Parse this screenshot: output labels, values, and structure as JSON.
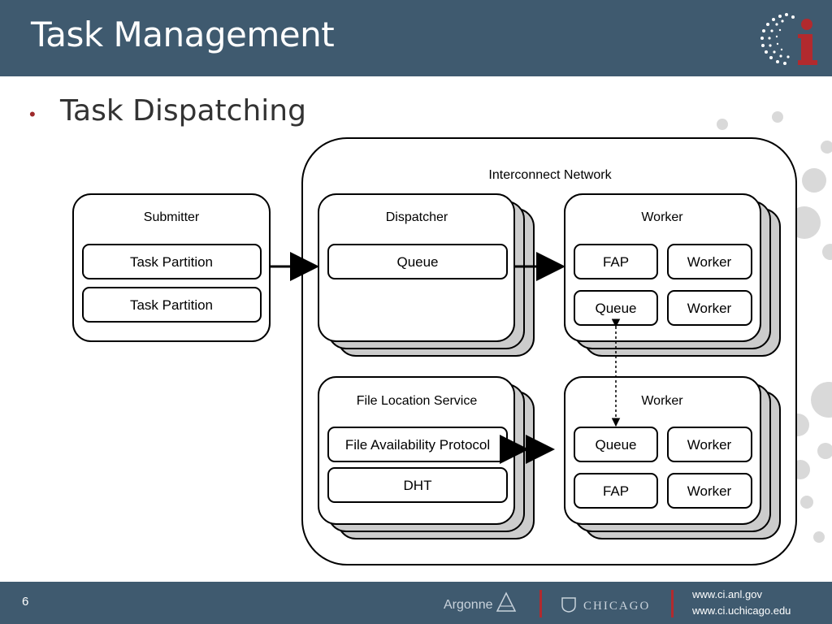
{
  "slide": {
    "title": "Task Management",
    "bullet": "Task Dispatching",
    "page_number": "6"
  },
  "diagram": {
    "network_label": "Interconnect Network",
    "submitter": {
      "title": "Submitter",
      "items": [
        "Task Partition",
        "Task Partition"
      ]
    },
    "dispatcher": {
      "title": "Dispatcher",
      "items": [
        "Queue"
      ]
    },
    "worker_top": {
      "title": "Worker",
      "items": [
        "FAP",
        "Worker",
        "Queue",
        "Worker"
      ]
    },
    "file_location_service": {
      "title": "File Location Service",
      "items": [
        "File Availability Protocol",
        "DHT"
      ]
    },
    "worker_bottom": {
      "title": "Worker",
      "items": [
        "Queue",
        "Worker",
        "FAP",
        "Worker"
      ]
    }
  },
  "footer": {
    "argonne": "Argonne",
    "uchicago": "CHICAGO",
    "urls": [
      "www.ci.anl.gov",
      "www.ci.uchicago.edu"
    ]
  },
  "colors": {
    "header_bg": "#3f5a6f",
    "accent_red": "#9e2a2b",
    "decor_gray": "#d9d9d9"
  }
}
